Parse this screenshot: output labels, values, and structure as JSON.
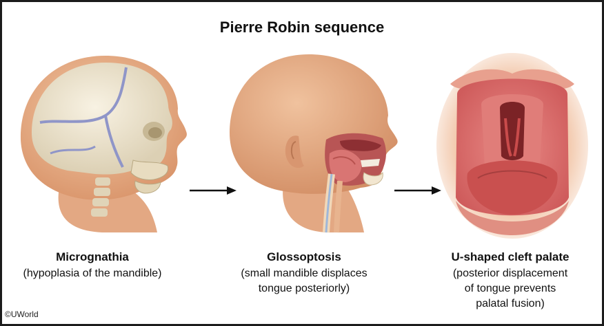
{
  "title": "Pierre Robin sequence",
  "panels": [
    {
      "heading": "Micrognathia",
      "lines": [
        "(hypoplasia of the mandible)"
      ]
    },
    {
      "heading": "Glossoptosis",
      "lines": [
        "(small mandible displaces",
        "tongue posteriorly)"
      ]
    },
    {
      "heading": "U-shaped cleft palate",
      "lines": [
        "(posterior displacement",
        "of tongue prevents",
        "palatal fusion)"
      ]
    }
  ],
  "copyright": "©UWorld",
  "colors": {
    "skin": "#e9b48f",
    "skull": "#efe6d2",
    "suture": "#8f95c8",
    "mucosa": "#d76d6d",
    "tongue": "#c9504f",
    "arrow": "#111111"
  }
}
